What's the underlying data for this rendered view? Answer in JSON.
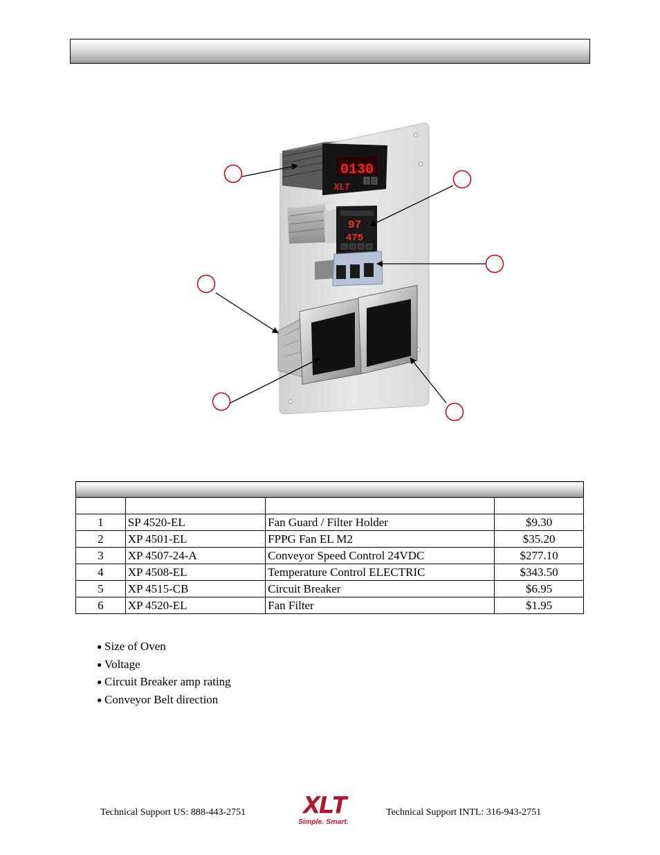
{
  "header": {
    "title": ""
  },
  "table": {
    "title": "",
    "columns": [
      "",
      "",
      "",
      ""
    ],
    "rows": [
      {
        "item": "1",
        "part": "SP 4520-EL",
        "description": "Fan Guard / Filter Holder",
        "price": "$9.30"
      },
      {
        "item": "2",
        "part": "XP 4501-EL",
        "description": "FPPG Fan EL M2",
        "price": "$35.20"
      },
      {
        "item": "3",
        "part": "XP 4507-24-A",
        "description": "Conveyor Speed Control 24VDC",
        "price": "$277.10"
      },
      {
        "item": "4",
        "part": "XP 4508-EL",
        "description": "Temperature Control ELECTRIC",
        "price": "$343.50"
      },
      {
        "item": "5",
        "part": "XP 4515-CB",
        "description": "Circuit Breaker",
        "price": "$6.95"
      },
      {
        "item": "6",
        "part": "XP 4520-EL",
        "description": "Fan Filter",
        "price": "$1.95"
      }
    ]
  },
  "notes": [
    "Size of Oven",
    "Voltage",
    "Circuit Breaker amp rating",
    "Conveyor Belt direction"
  ],
  "footer": {
    "support_us": "Technical Support  US:  888-443-2751",
    "support_intl": "Technical Support  INTL:  316-943-2751"
  },
  "logo": {
    "name": "XLT",
    "tagline": "Simple. Smart."
  },
  "display": {
    "speed_readout": "0130",
    "temp_set": "97",
    "temp_actual": "475"
  },
  "colors": {
    "callout": "#cc0000",
    "led": "#ff2020",
    "logo_red": "#c8102e"
  }
}
